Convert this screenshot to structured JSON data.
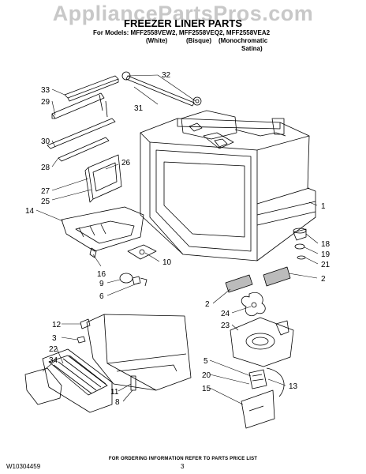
{
  "watermark": "AppliancePartsPros.com",
  "title": "FREEZER LINER PARTS",
  "models_line": "For Models: MFF2558VEW2, MFF2558VEQ2, MFF2558VEA2",
  "variants": {
    "white": "(White)",
    "bisque": "(Bisque)",
    "monochromatic": "(Monochromatic",
    "satina": "Satina)"
  },
  "callouts": {
    "c33": "33",
    "c29": "29",
    "c30": "30",
    "c28": "28",
    "c27": "27",
    "c25": "25",
    "c26": "26",
    "c14": "14",
    "c31": "31",
    "c32": "32",
    "c1": "1",
    "c18": "18",
    "c19": "19",
    "c21": "21",
    "c2a": "2",
    "c2b": "2",
    "c10": "10",
    "c16": "16",
    "c9": "9",
    "c6": "6",
    "c24": "24",
    "c23": "23",
    "c12": "12",
    "c3": "3",
    "c22": "22",
    "c34": "34",
    "c11": "11",
    "c8": "8",
    "c5": "5",
    "c20": "20",
    "c15": "15",
    "c13": "13"
  },
  "footer_note": "FOR ORDERING INFORMATION REFER TO PARTS PRICE LIST",
  "doc_number": "W10304459",
  "page_number": "3"
}
